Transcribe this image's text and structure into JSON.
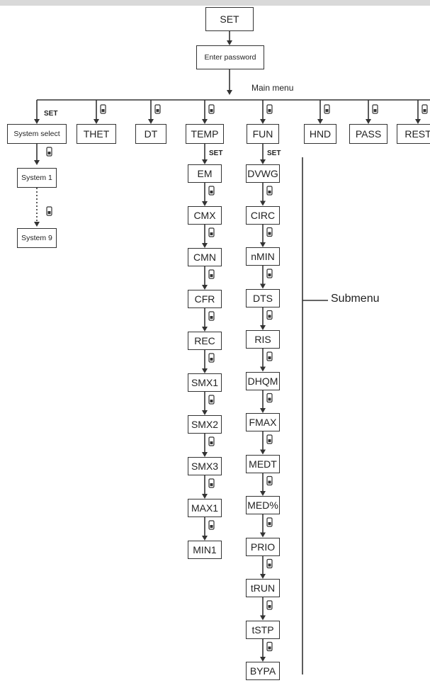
{
  "root": {
    "label": "SET"
  },
  "password": {
    "label": "Enter password"
  },
  "main_menu_label": "Main menu",
  "set_tag": "SET",
  "submenu_label": "Submenu",
  "menu_items": [
    "System select",
    "THET",
    "DT",
    "TEMP",
    "FUN",
    "HND",
    "PASS",
    "REST"
  ],
  "system_items": [
    "System 1",
    "System 9"
  ],
  "temp_items": [
    "EM",
    "CMX",
    "CMN",
    "CFR",
    "REC",
    "SMX1",
    "SMX2",
    "SMX3",
    "MAX1",
    "MIN1"
  ],
  "fun_items": [
    "DVWG",
    "CIRC",
    "nMIN",
    "DTS",
    "RIS",
    "DHQM",
    "FMAX",
    "MEDT",
    "MED%",
    "PRIO",
    "tRUN",
    "tSTP",
    "BYPA"
  ],
  "colors": {
    "line": "#333333",
    "text": "#222222",
    "topbar": "#d9d9d9"
  },
  "icons": {
    "arrow": "arrow-down-icon",
    "key": "key-press-icon"
  }
}
